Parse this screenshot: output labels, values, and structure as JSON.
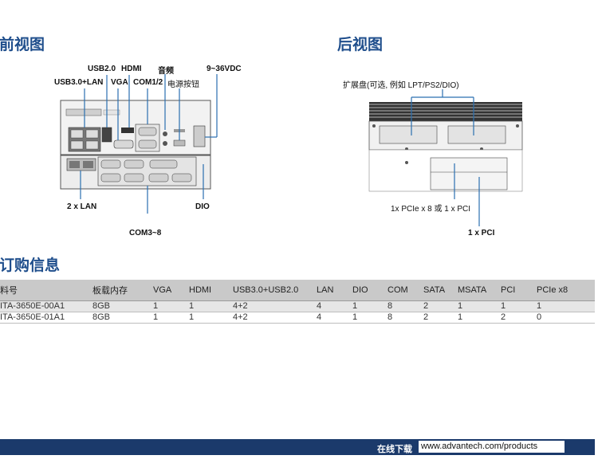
{
  "front": {
    "title": "前视图",
    "labels": {
      "usb2": "USB2.0",
      "hdmi": "HDMI",
      "audio": "音频",
      "power_in": "9~36VDC",
      "usb3_lan": "USB3.0+LAN",
      "vga": "VGA",
      "com12": "COM1/2",
      "power_btn": "电源按钮",
      "lan2": "2 x LAN",
      "dio": "DIO",
      "com38": "COM3~8"
    }
  },
  "rear": {
    "title": "后视图",
    "labels": {
      "expansion": "扩展盘(可选, 例如 LPT/PS2/DIO)",
      "pcie": "1x PCIe x 8 或 1 x PCI",
      "pci": "1 x PCI"
    }
  },
  "order": {
    "title": "订购信息",
    "headers": [
      "料号",
      "板载内存",
      "VGA",
      "HDMI",
      "USB3.0+USB2.0",
      "LAN",
      "DIO",
      "COM",
      "SATA",
      "MSATA",
      "PCI",
      "PCIe x8"
    ],
    "rows": [
      [
        "ITA-3650E-00A1",
        "8GB",
        "1",
        "1",
        "4+2",
        "4",
        "1",
        "8",
        "2",
        "1",
        "1",
        "1"
      ],
      [
        "ITA-3650E-01A1",
        "8GB",
        "1",
        "1",
        "4+2",
        "4",
        "1",
        "8",
        "2",
        "1",
        "2",
        "0"
      ]
    ]
  },
  "footer": {
    "label": "在线下载",
    "url": "www.advantech.com/products"
  }
}
